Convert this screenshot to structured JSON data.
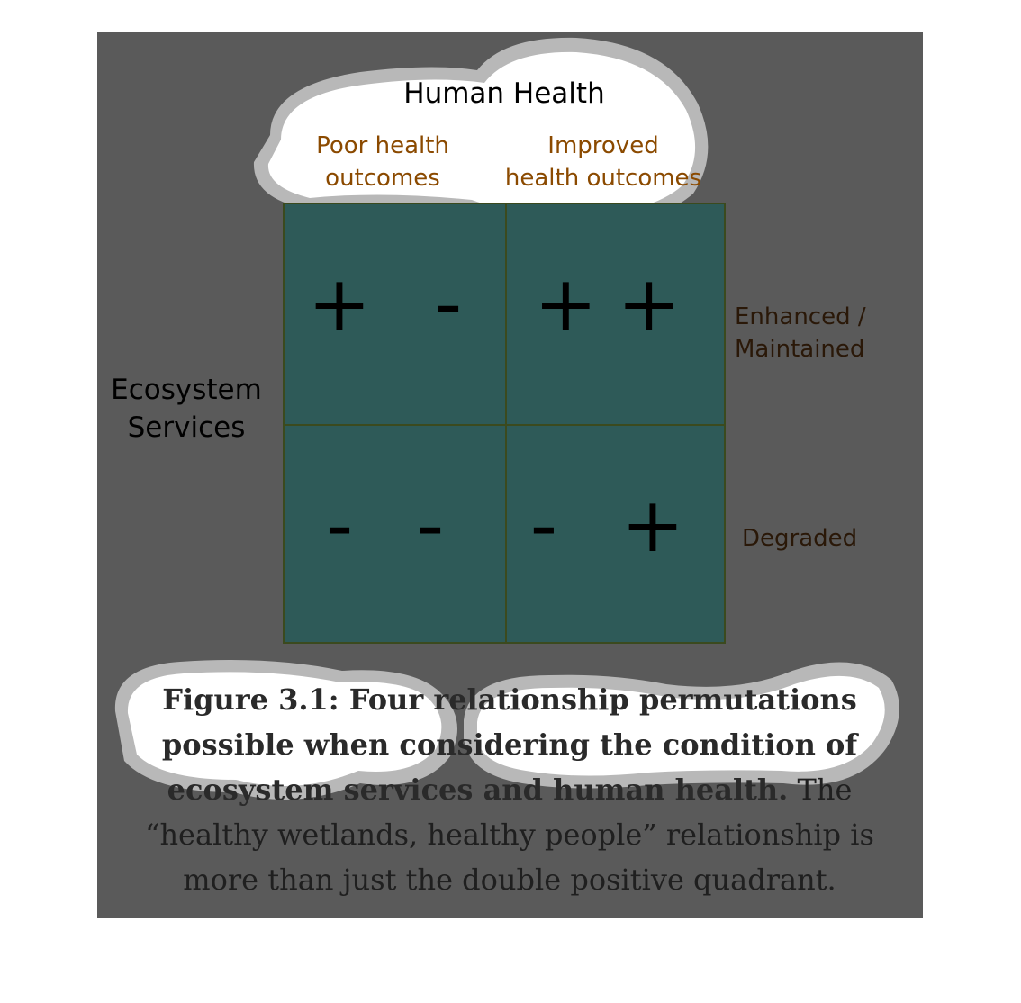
{
  "diagram": {
    "title": "Human Health",
    "columns": [
      "Poor health outcomes",
      "Improved health outcomes"
    ],
    "column_lines": [
      [
        "Poor health",
        "outcomes"
      ],
      [
        "Improved",
        "health outcomes"
      ]
    ],
    "row_axis": [
      "Ecosystem",
      "Services"
    ],
    "rows": [
      [
        "Enhanced /",
        "Maintained"
      ],
      [
        "Degraded"
      ]
    ],
    "quadrants": {
      "top_left": "+ -",
      "top_right": "++",
      "bottom_left": "- -",
      "bottom_right": "- +"
    },
    "colors": {
      "background": "#5a5a5a",
      "grid_fill": "#2e5a58",
      "column_label": "#8b4a00",
      "row_label": "#2a1808"
    }
  },
  "caption": {
    "bold": "Figure 3.1: Four relationship permutations possible when considering the condition of ecosystem services and human health.",
    "normal": " The “healthy wetlands, healthy people” relationship is more than just the double positive quadrant."
  }
}
